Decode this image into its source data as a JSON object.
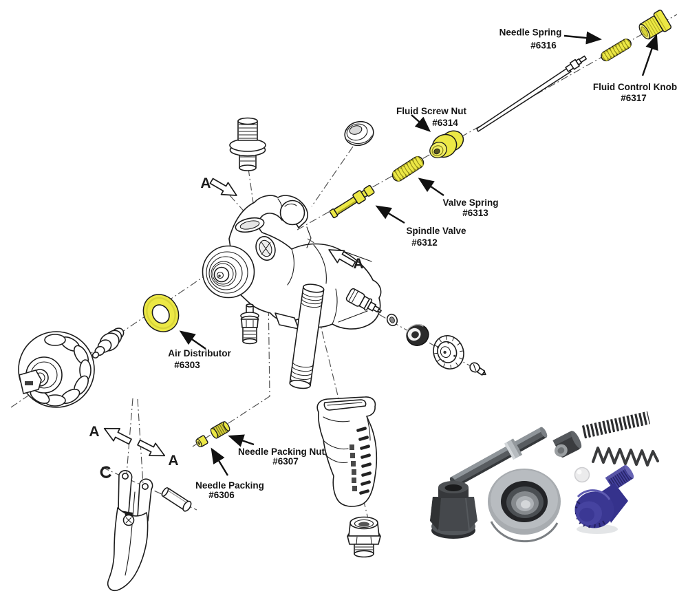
{
  "diagram": {
    "description": "Spray gun exploded parts diagram",
    "section_marker": "A",
    "labels": [
      {
        "id": "needle-spring",
        "name": "Needle Spring",
        "number": "#6316"
      },
      {
        "id": "fluid-control-knob",
        "name": "Fluid Control Knob",
        "number": "#6317"
      },
      {
        "id": "fluid-screw-nut",
        "name": "Fluid Screw Nut",
        "number": "#6314"
      },
      {
        "id": "valve-spring",
        "name": "Valve Spring",
        "number": "#6313"
      },
      {
        "id": "spindle-valve",
        "name": "Spindle Valve",
        "number": "#6312"
      },
      {
        "id": "air-distributor",
        "name": "Air Distributor",
        "number": "#6303"
      },
      {
        "id": "needle-packing-nut",
        "name": "Needle Packing Nut",
        "number": "#6307"
      },
      {
        "id": "needle-packing",
        "name": "Needle Packing",
        "number": "#6306"
      }
    ],
    "colors": {
      "background": "#ffffff",
      "line_art": "#1c1c1c",
      "centerline": "#4f4f4f",
      "highlight_yellow": "#ece845",
      "highlight_shade": "#b5b021",
      "photo_metal": "#8f959a",
      "photo_dark": "#2c2d2f",
      "photo_blue_knob": "#3d3a8f"
    }
  }
}
